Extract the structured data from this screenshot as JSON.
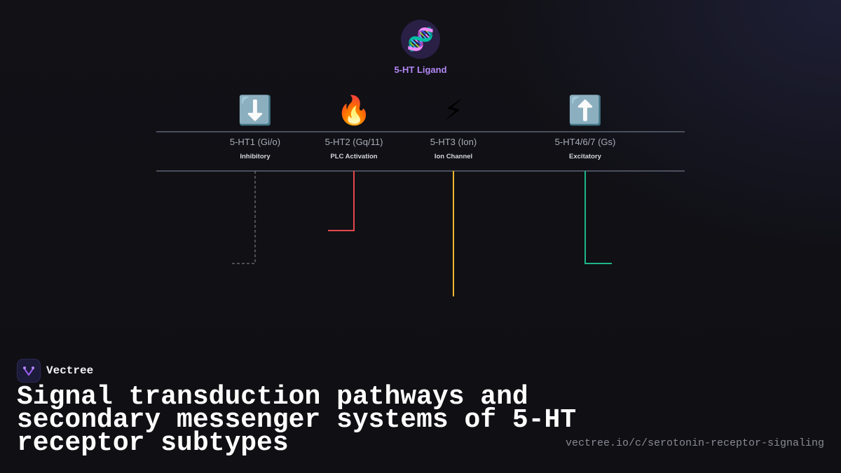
{
  "ligand": {
    "icon": "dna-icon",
    "label": "5-HT Ligand",
    "label_color": "#b387f5"
  },
  "receptors": [
    {
      "icon": "down-arrow-icon",
      "glyph": "⬇️",
      "name": "5-HT1 (Gi/o)",
      "effect": "Inhibitory",
      "pathway_color": "#8a8a94",
      "pathway_style": "dashed"
    },
    {
      "icon": "fire-icon",
      "glyph": "🔥",
      "name": "5-HT2 (Gq/11)",
      "effect": "PLC Activation",
      "pathway_color": "#e5484d",
      "pathway_style": "solid"
    },
    {
      "icon": "lightning-icon",
      "glyph": "⚡",
      "name": "5-HT3 (Ion)",
      "effect": "Ion Channel",
      "pathway_color": "#f5b731",
      "pathway_style": "solid"
    },
    {
      "icon": "up-arrow-icon",
      "glyph": "⬆️",
      "name": "5-HT4/6/7 (Gs)",
      "effect": "Excitatory",
      "pathway_color": "#1fb58a",
      "pathway_style": "solid"
    }
  ],
  "brand": {
    "name": "Vectree",
    "logo_icon": "vectree-logo-icon"
  },
  "title": "Signal transduction pathways and secondary messenger systems of 5-HT receptor subtypes",
  "url": "vectree.io/c/serotonin-receptor-signaling"
}
